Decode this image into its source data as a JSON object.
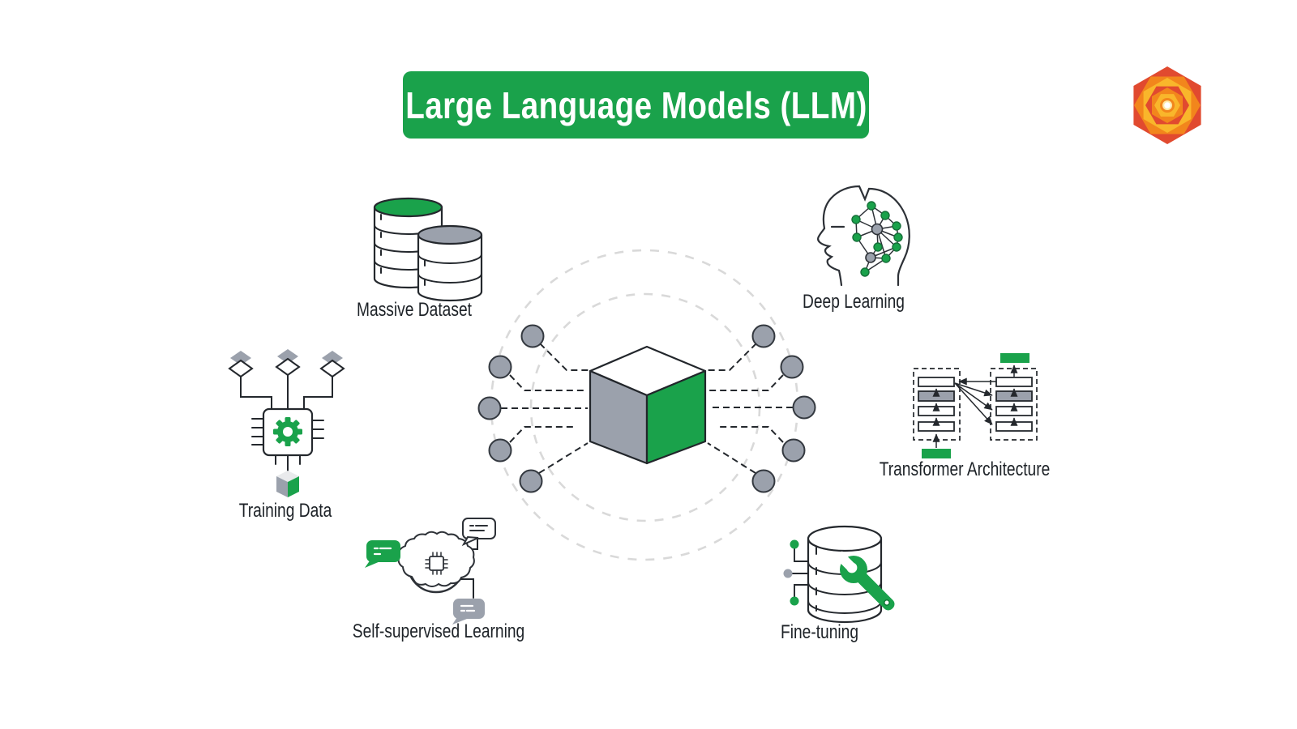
{
  "title": {
    "text": "Large Language Models (LLM)",
    "bg_color": "#1aa24b",
    "text_color": "#ffffff"
  },
  "logo": {
    "name": "hexagonal-mandala-logo",
    "colors": [
      "#e14a2f",
      "#f2861c",
      "#f9b62b",
      "#ffffff"
    ]
  },
  "center": {
    "name": "llm-cube-hub",
    "cube_colors": {
      "top": "#ffffff",
      "left": "#9ba1ac",
      "right": "#1aa24b"
    },
    "node_count": 10,
    "ring_style": "dashed"
  },
  "concepts": [
    {
      "id": "massive-dataset",
      "label": "Massive Dataset",
      "icon": "database-stack-icon"
    },
    {
      "id": "deep-learning",
      "label": "Deep Learning",
      "icon": "head-neural-network-icon"
    },
    {
      "id": "training-data",
      "label": "Training Data",
      "icon": "chip-gear-icon"
    },
    {
      "id": "transformer-architecture",
      "label": "Transformer Architecture",
      "icon": "encoder-decoder-blocks-icon"
    },
    {
      "id": "self-supervised-learning",
      "label": "Self-supervised Learning",
      "icon": "brain-chat-bubbles-icon"
    },
    {
      "id": "fine-tuning",
      "label": "Fine-tuning",
      "icon": "database-wrench-icon"
    }
  ],
  "colors": {
    "green": "#1aa24b",
    "gray": "#9ba1ac",
    "outline": "#24282d",
    "dashed_ring": "#d9d9d9",
    "background": "#ffffff"
  }
}
